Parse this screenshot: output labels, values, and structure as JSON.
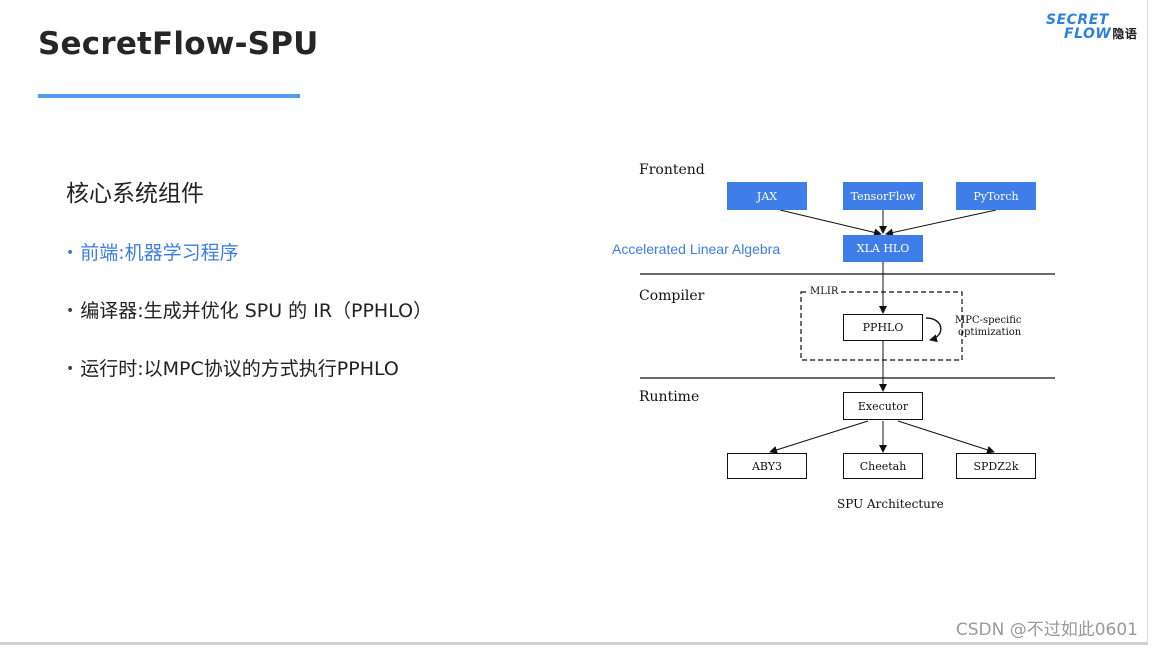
{
  "slide": {
    "title": "SecretFlow-SPU",
    "logo": {
      "line1": "SECRET",
      "line2": "FLOW",
      "cn": "隐语"
    }
  },
  "content": {
    "heading": "核心系统组件",
    "bullets": [
      {
        "text": "前端:机器学习程序",
        "highlighted": true
      },
      {
        "text": "编译器:生成并优化 SPU 的 IR（PPHLO）",
        "highlighted": false
      },
      {
        "text": "运行时:以MPC协议的方式执行PPHLO",
        "highlighted": false
      }
    ]
  },
  "diagram": {
    "sections": {
      "frontend": "Frontend",
      "compiler": "Compiler",
      "runtime": "Runtime"
    },
    "frontend_nodes": [
      "JAX",
      "TensorFlow",
      "PyTorch"
    ],
    "xla_node": "XLA HLO",
    "xla_note": "Accelerated Linear Algebra",
    "mlir_label": "MLIR",
    "pphlo_node": "PPHLO",
    "optimization_note": [
      "MPC-specific",
      "optimization"
    ],
    "executor_node": "Executor",
    "runtime_nodes": [
      "ABY3",
      "Cheetah",
      "SPDZ2k"
    ],
    "caption": "SPU Architecture"
  },
  "colors": {
    "accent": "#3f7ee8",
    "title_underline": "#4f9cf0",
    "highlight_text": "#3d7fe0"
  },
  "watermark": "CSDN @不过如此0601"
}
